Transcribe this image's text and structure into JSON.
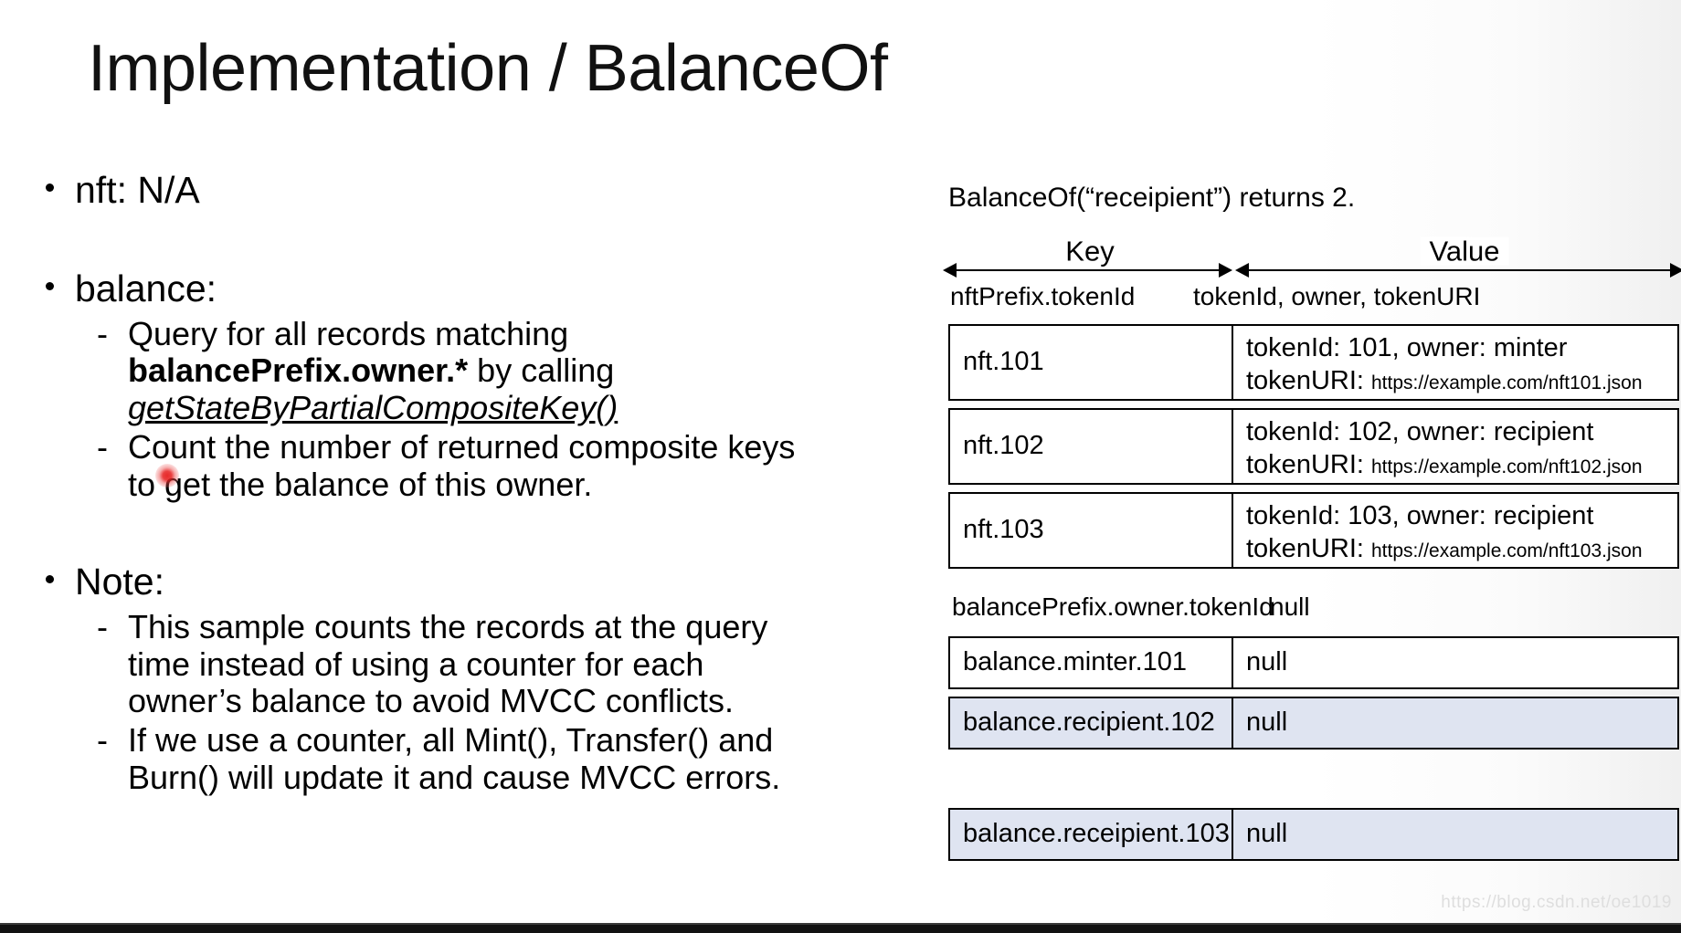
{
  "slide": {
    "title": "Implementation / BalanceOf",
    "watermark": "https://blog.csdn.net/oe1019",
    "highlight_color": "#dfe4f1"
  },
  "left": {
    "bullet_nft": "nft: N/A",
    "bullet_balance": "balance:",
    "balance_sub": [
      {
        "dash": "-",
        "pre": "Query for all records matching ",
        "bold": "balancePrefix.owner.*",
        "mid": " by calling ",
        "italic_underline": "getStateByPartialCompositeKey()"
      },
      {
        "dash": "-",
        "text": "Count the number of returned composite keys to get the balance of this owner."
      }
    ],
    "bullet_note": "Note:",
    "note_sub": [
      {
        "dash": "-",
        "text": "This sample counts the records at the query time instead of using a counter for each owner’s balance to avoid MVCC conflicts."
      },
      {
        "dash": "-",
        "text": "If we use a counter, all Mint(), Transfer() and Burn() will update it and cause MVCC errors."
      }
    ]
  },
  "right": {
    "returns_line": "BalanceOf(“receipient”) returns 2.",
    "axis": {
      "key_label": "Key",
      "value_label": "Value"
    },
    "nft_table": {
      "key_caption": "nftPrefix.tokenId",
      "value_caption": "tokenId, owner, tokenURI",
      "rows": [
        {
          "key": "nft.101",
          "value_line1": "tokenId: 101, owner: minter",
          "value_label2": "tokenURI: ",
          "value_uri": "https://example.com/nft101.json",
          "highlighted": false
        },
        {
          "key": "nft.102",
          "value_line1": "tokenId: 102, owner: recipient",
          "value_label2": "tokenURI: ",
          "value_uri": "https://example.com/nft102.json",
          "highlighted": false
        },
        {
          "key": "nft.103",
          "value_line1": "tokenId: 103, owner: recipient",
          "value_label2": "tokenURI: ",
          "value_uri": "https://example.com/nft103.json",
          "highlighted": false
        }
      ]
    },
    "balance_table": {
      "key_caption": "balancePrefix.owner.tokenId",
      "value_caption": "null",
      "rows": [
        {
          "key": "balance.minter.101",
          "value": "null",
          "highlighted": false
        },
        {
          "key": "balance.recipient.102",
          "value": "null",
          "highlighted": true
        },
        {
          "key": "balance.receipient.103",
          "value": "null",
          "highlighted": true
        }
      ]
    }
  }
}
